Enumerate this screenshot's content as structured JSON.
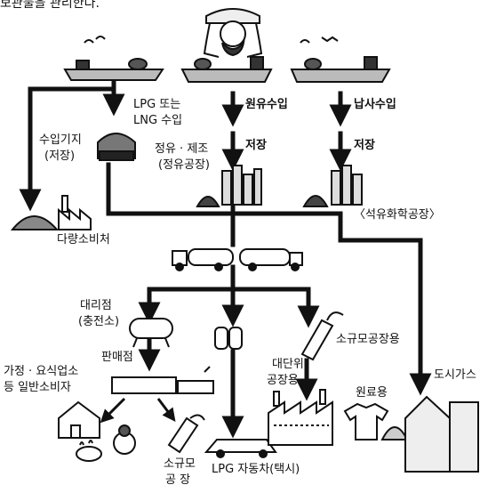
{
  "top_caption": "보관물을 관리한다.",
  "labels": {
    "lpg_lng_import_1": "LPG 또는",
    "lpg_lng_import_2": "LNG 수입",
    "crude_import": "원유수입",
    "naphtha_import": "납사수입",
    "import_base_1": "수입기지",
    "import_base_2": "(저장)",
    "storage_center": "저장",
    "storage_right": "저장",
    "refining_1": "정유 · 제조",
    "refining_2": "(정유공장)",
    "petrochem": "〈석유화학공장〉",
    "bulk_consumer": "다량소비처",
    "agency_1": "대리점",
    "agency_2": "(충전소)",
    "retailer": "판매점",
    "household_1": "가정 · 요식업소",
    "household_2": "등 일반소비자",
    "small_factory_right": "소규모공장용",
    "large_factory_1": "대단위",
    "large_factory_2": "공장용",
    "raw_material": "원료용",
    "city_gas": "도시가스",
    "small_factory_bottom_1": "소규모",
    "small_factory_bottom_2": "공  장",
    "lpg_taxi": "LPG 자동차(택시)"
  }
}
